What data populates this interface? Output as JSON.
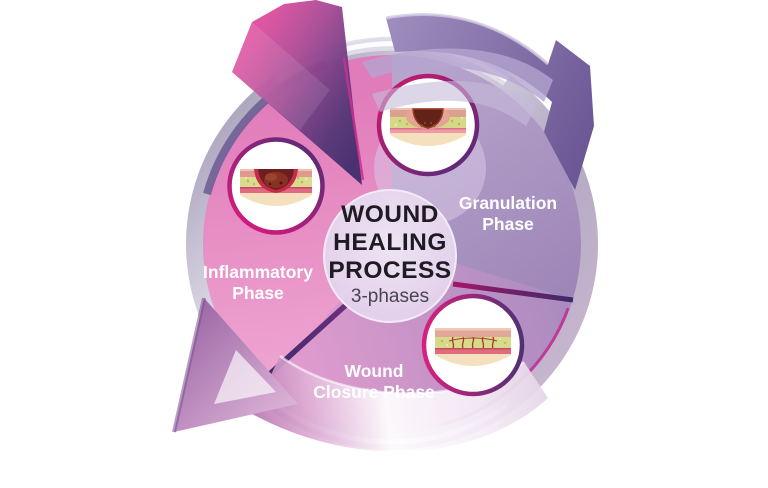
{
  "diagram": {
    "center": {
      "title_lines": [
        "WOUND",
        "HEALING",
        "PROCESS"
      ],
      "subtitle": "3-phases"
    },
    "phases": {
      "inflammatory": {
        "label_lines": [
          "Inflammatory",
          "Phase"
        ]
      },
      "granulation": {
        "label_lines": [
          "Granulation",
          "Phase"
        ]
      },
      "wound_closure": {
        "label_lines": [
          "Wound",
          "Closure Phase"
        ]
      }
    },
    "colors": {
      "accent_magenta": "#d6197f",
      "accent_dark_purple": "#432e6d",
      "segment_pink": "#e685c0",
      "segment_mauve": "#a78fc0",
      "segment_lilac": "#c999cc",
      "ring_silver": "#c9c2d3",
      "center_fill": "#e8dbef",
      "label_text": "#ffffff",
      "title_text": "#1f1b22"
    }
  }
}
